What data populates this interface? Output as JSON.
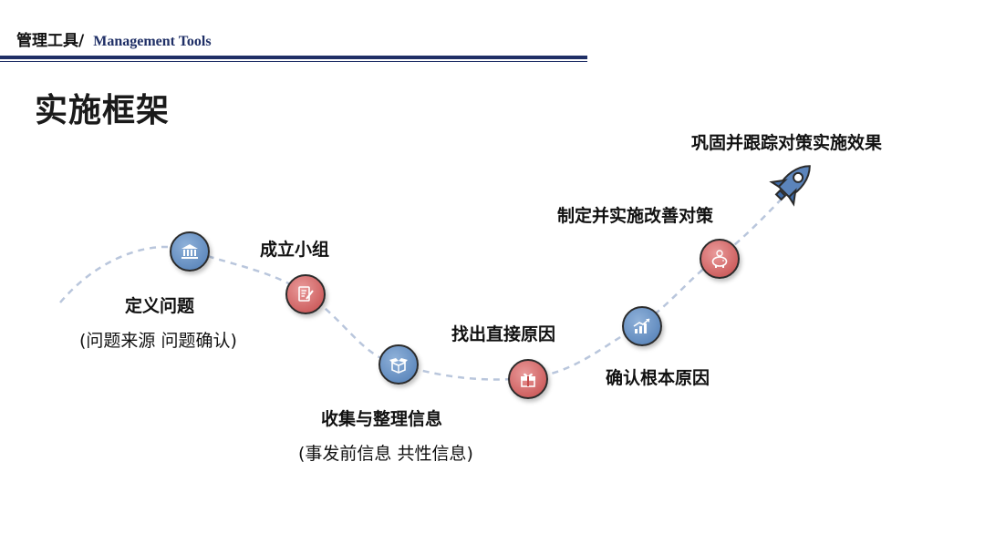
{
  "header": {
    "cn": "管理工具/",
    "en": "Management Tools"
  },
  "title": "实施框架",
  "steps": [
    {
      "label": "定义问题",
      "sub": "(问题来源 问题确认)",
      "icon": "bank-icon",
      "color": "#5b84bb"
    },
    {
      "label": "成立小组",
      "icon": "document-edit-icon",
      "color": "#cf5a5a"
    },
    {
      "label": "收集与整理信息",
      "sub": "(事发前信息 共性信息)",
      "icon": "open-box-icon",
      "color": "#5b84bb"
    },
    {
      "label": "找出直接原因",
      "icon": "gift-icon",
      "color": "#cf5a5a"
    },
    {
      "label": "确认根本原因",
      "icon": "growth-chart-icon",
      "color": "#5b84bb"
    },
    {
      "label": "制定并实施改善对策",
      "icon": "piggy-bank-icon",
      "color": "#cf5a5a"
    },
    {
      "label": "巩固并跟踪对策实施效果",
      "icon": "rocket-icon",
      "color": "#4f7cb4"
    }
  ],
  "accent": "#1f2f66",
  "path_color": "#b9c6dc"
}
